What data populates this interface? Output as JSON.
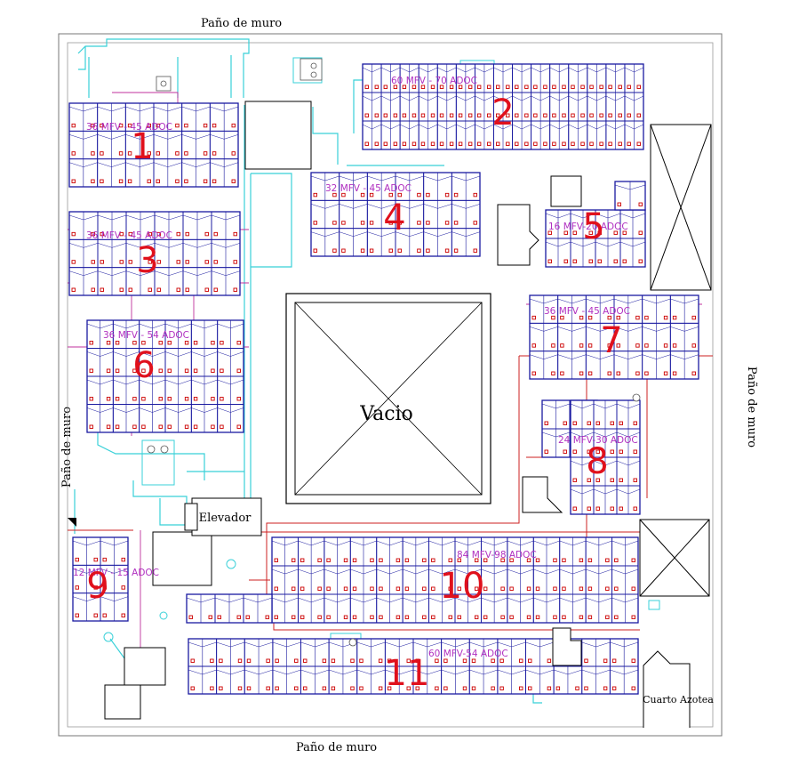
{
  "wall_labels": {
    "top": "Paño de muro",
    "bottom": "Paño de muro",
    "left": "Paño de muro",
    "right": "Paño de muro"
  },
  "rooms": {
    "void": "Vacio",
    "elevator": "Elevador",
    "roof_room": "Cuarto Azotea"
  },
  "colors": {
    "panel_stroke": "#1a1aa0",
    "panel_dot": "#cc0000",
    "pipe_cyan": "#38d0d8",
    "wire_magenta": "#c0309c",
    "wire_red": "#cc2020",
    "section_number": "#e0101c",
    "capacity_text": "#b030c0"
  },
  "sections": [
    {
      "number": "1",
      "capacity": "36 MFV - 45 ADOC"
    },
    {
      "number": "2",
      "capacity": "60 MFV - 70 ADOC"
    },
    {
      "number": "3",
      "capacity": "36 MFV - 45 ADOC"
    },
    {
      "number": "4",
      "capacity": "32 MFV - 45 ADOC"
    },
    {
      "number": "5",
      "capacity": "16 MFV-20 ADOC"
    },
    {
      "number": "6",
      "capacity": "36 MFV - 54 ADOC"
    },
    {
      "number": "7",
      "capacity": "36 MFV - 45 ADOC"
    },
    {
      "number": "8",
      "capacity": "24 MFV-30 ADOC"
    },
    {
      "number": "9",
      "capacity": "12 MFV - 15 ADOC"
    },
    {
      "number": "10",
      "capacity": "84 MFV-98 ADOC"
    },
    {
      "number": "11",
      "capacity": "60 MFV-54 ADOC"
    }
  ]
}
